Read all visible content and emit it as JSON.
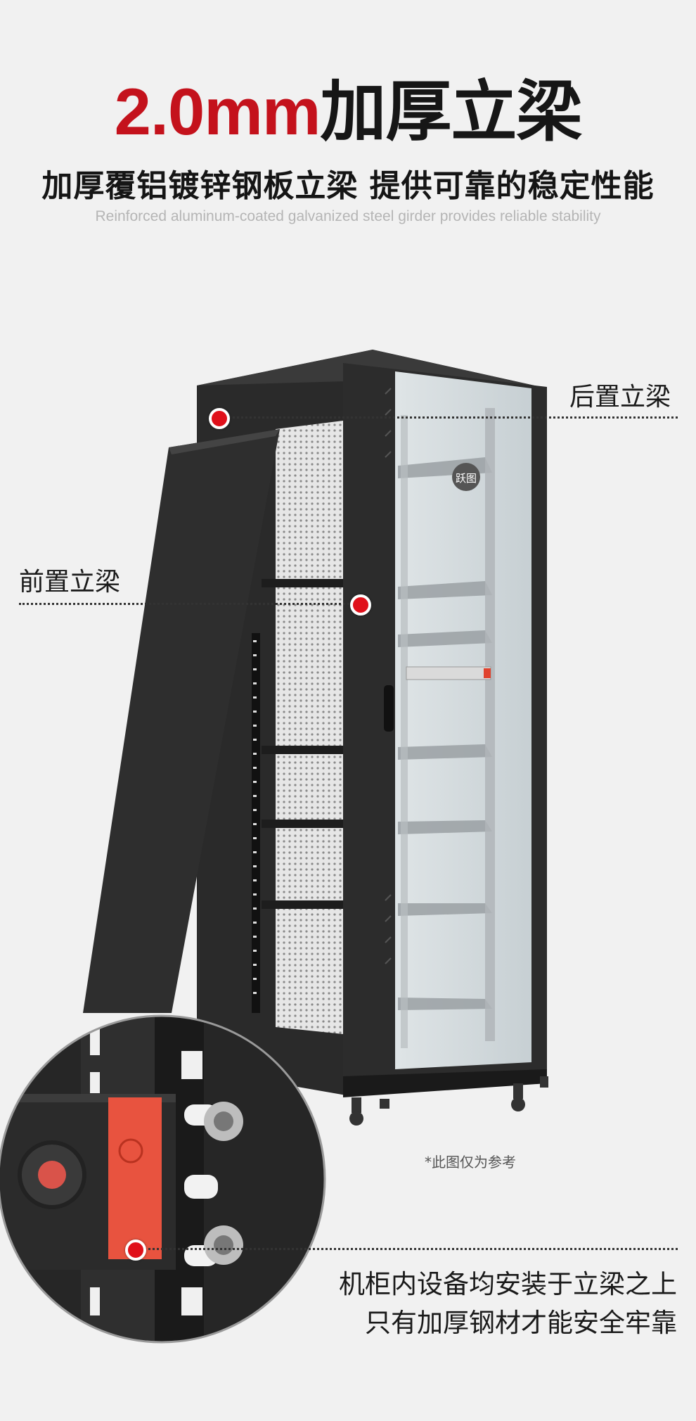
{
  "headline": {
    "red": "2.0mm",
    "black": "加厚立梁"
  },
  "subtitle": "加厚覆铝镀锌钢板立梁 提供可靠的稳定性能",
  "subtitle_en": "Reinforced aluminum-coated galvanized steel girder provides reliable stability",
  "callouts": {
    "rear": "后置立梁",
    "front": "前置立梁"
  },
  "note": "*此图仅为参考",
  "bottom": {
    "line1": "机柜内设备均安装于立梁之上",
    "line2": "只有加厚钢材才能安全牢靠"
  },
  "logo_badge": "跃图",
  "colors": {
    "accent": "#c4121c",
    "cabinet": "#2b2b2b",
    "bracket": "#e8533f"
  }
}
